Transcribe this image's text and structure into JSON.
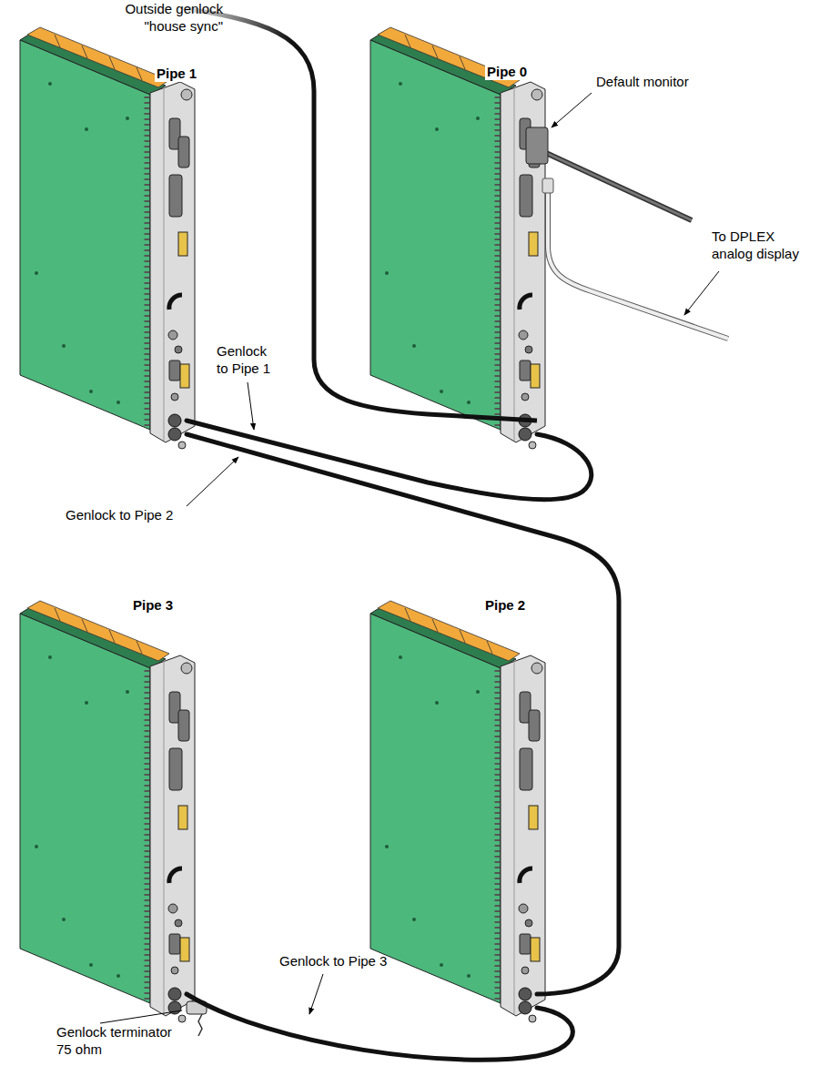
{
  "diagram": {
    "nodes": [
      {
        "text": [
          "Pipe 1"
        ]
      },
      {
        "text": [
          "Pipe 0"
        ]
      },
      {
        "text": [
          "Pipe 3"
        ]
      },
      {
        "text": [
          "Pipe 2"
        ]
      }
    ],
    "edges": [
      {
        "from": 1,
        "to": 0,
        "arrow": "none"
      },
      {
        "from": 0,
        "to": 3,
        "arrow": "none"
      },
      {
        "from": 3,
        "to": 2,
        "arrow": "none"
      }
    ],
    "labels": [
      "Outside genlock \"house sync\"",
      "Default monitor",
      "To DPLEX analog display",
      "Genlock to Pipe 1",
      "Genlock to Pipe 2",
      "Genlock to Pipe 3",
      "Genlock terminator 75 ohm"
    ]
  }
}
